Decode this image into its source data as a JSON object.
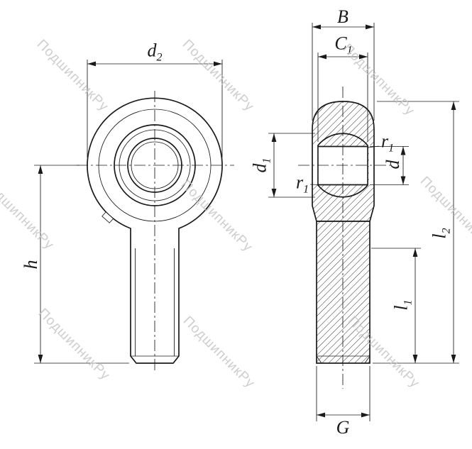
{
  "watermark": {
    "text": "ПодшипникРу"
  },
  "dimensions": {
    "d2": {
      "main": "d",
      "sub": "2"
    },
    "h": {
      "main": "h",
      "sub": ""
    },
    "B": {
      "main": "B",
      "sub": ""
    },
    "C1": {
      "main": "C",
      "sub": "1"
    },
    "d1": {
      "main": "d",
      "sub": "1"
    },
    "r1_upper": {
      "main": "r",
      "sub": "1"
    },
    "r1_lower": {
      "main": "r",
      "sub": "1"
    },
    "d": {
      "main": "d",
      "sub": ""
    },
    "l2": {
      "main": "l",
      "sub": "2"
    },
    "l1": {
      "main": "l",
      "sub": "1"
    },
    "G": {
      "main": "G",
      "sub": ""
    }
  },
  "colors": {
    "line": "#1a1a1a",
    "watermark": "#c6c6c6",
    "background": "#ffffff"
  }
}
